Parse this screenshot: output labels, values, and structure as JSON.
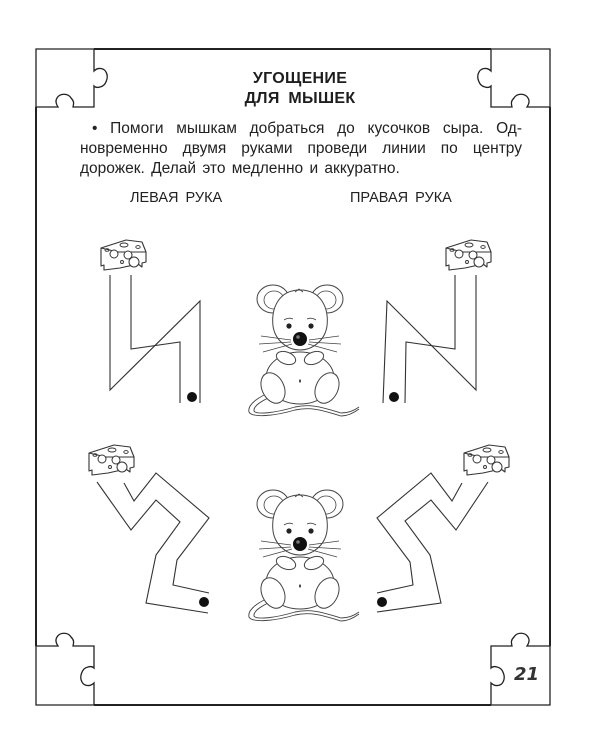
{
  "page": {
    "title_line1": "УГОЩЕНИЕ",
    "title_line2": "ДЛЯ МЫШЕК",
    "instruction_lines": [
      "• Помоги мышкам добраться до кусочков сыра. Од-",
      "новременно двумя руками проведи линии по центру",
      "дорожек. Делай это медленно и аккуратно."
    ],
    "left_hand_label": "ЛЕВАЯ РУКА",
    "right_hand_label": "ПРАВАЯ РУКА",
    "page_number": "21"
  },
  "exercises": [
    {
      "name": "top-left-path",
      "hand": "left",
      "start": "dot",
      "goal": "cheese"
    },
    {
      "name": "top-right-path",
      "hand": "right",
      "start": "dot",
      "goal": "cheese"
    },
    {
      "name": "bottom-left-path",
      "hand": "left",
      "start": "dot",
      "goal": "cheese"
    },
    {
      "name": "bottom-right-path",
      "hand": "right",
      "start": "dot",
      "goal": "cheese"
    }
  ],
  "colors": {
    "line": "#2a2a2a",
    "background": "#ffffff"
  }
}
